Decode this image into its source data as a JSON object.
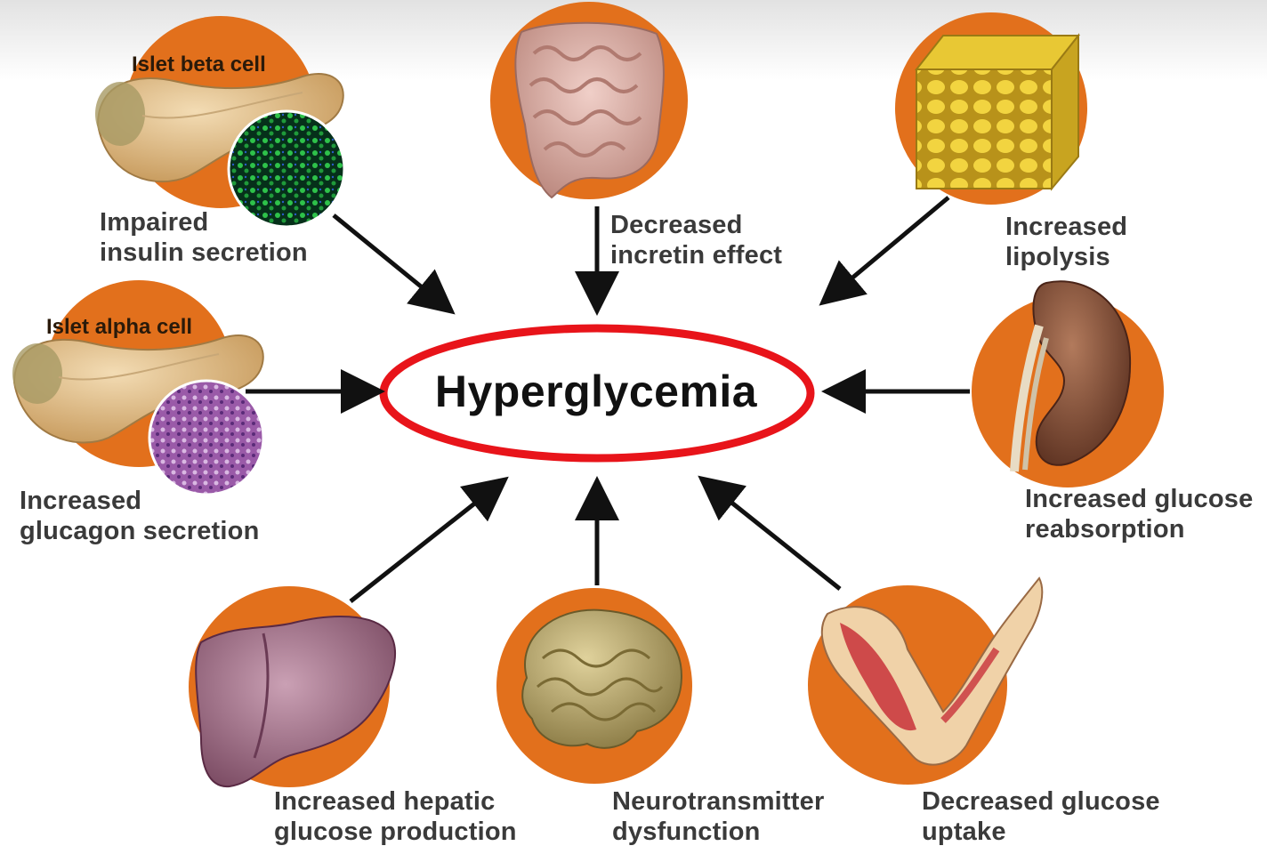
{
  "center": {
    "title": "Hyperglycemia"
  },
  "factors": {
    "insulin": {
      "cell_label": "Islet beta cell",
      "line1": "Impaired",
      "line2": "insulin secretion"
    },
    "incretin": {
      "line1": "Decreased",
      "line2": "incretin effect"
    },
    "lipolysis": {
      "line1": "Increased",
      "line2": "lipolysis"
    },
    "glucagon": {
      "cell_label": "Islet alpha cell",
      "line1": "Increased",
      "line2": "glucagon secretion"
    },
    "kidney": {
      "line1": "Increased glucose",
      "line2": "reabsorption"
    },
    "hepatic": {
      "line1": "Increased hepatic",
      "line2": "glucose production"
    },
    "neuro": {
      "line1": "Neurotransmitter",
      "line2": "dysfunction"
    },
    "uptake": {
      "line1": "Decreased glucose",
      "line2": "uptake"
    }
  },
  "colors": {
    "circle": "#e2701c",
    "ellipse": "#e8141a",
    "arrow": "#111111"
  },
  "icons": {
    "insulin": "pancreas-beta-cell-icon",
    "incretin": "intestine-icon",
    "lipolysis": "adipose-tissue-icon",
    "glucagon": "pancreas-alpha-cell-icon",
    "kidney": "kidney-icon",
    "hepatic": "liver-icon",
    "neuro": "brain-icon",
    "uptake": "muscle-arm-icon"
  }
}
